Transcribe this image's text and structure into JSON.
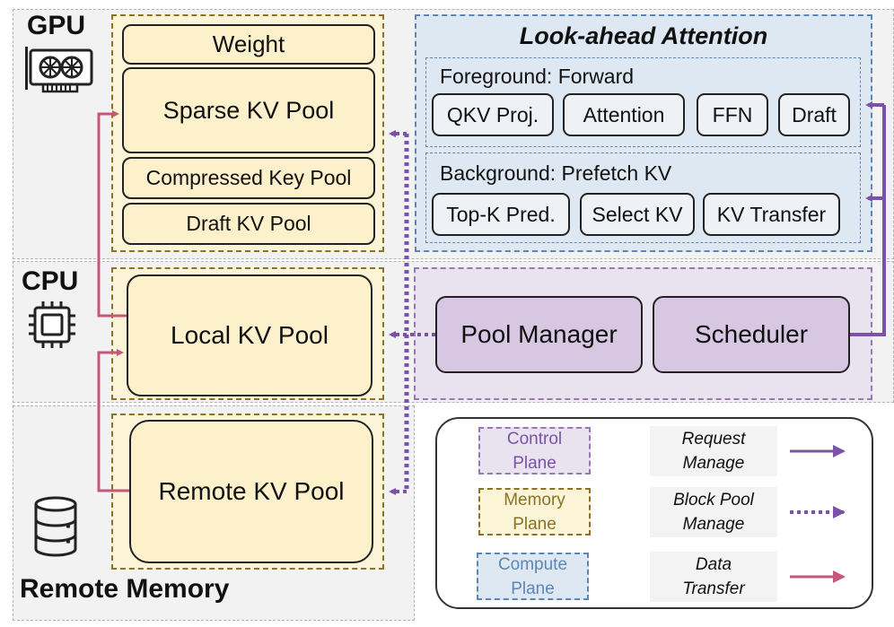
{
  "tiers": {
    "gpu": "GPU",
    "cpu": "CPU",
    "remote": "Remote Memory"
  },
  "memory_pools": {
    "weight": "Weight",
    "sparse_kv": "Sparse KV Pool",
    "compressed_key": "Compressed Key Pool",
    "draft_kv": "Draft KV Pool",
    "local_kv": "Local KV Pool",
    "remote_kv": "Remote KV Pool"
  },
  "lookahead": {
    "title": "Look-ahead Attention",
    "foreground": {
      "label": "Foreground: Forward",
      "items": [
        "QKV Proj.",
        "Attention",
        "FFN",
        "Draft"
      ]
    },
    "background": {
      "label": "Background: Prefetch KV",
      "items": [
        "Top-K Pred.",
        "Select KV",
        "KV Transfer"
      ]
    }
  },
  "control": {
    "pool_manager": "Pool Manager",
    "scheduler": "Scheduler"
  },
  "legend": {
    "planes": [
      "Control\nPlane",
      "Memory\nPlane",
      "Compute\nPlane"
    ],
    "arrows": [
      "Request\nManage",
      "Block Pool\nManage",
      "Data\nTransfer"
    ]
  },
  "colors": {
    "control": "#7a52a8",
    "memory": "#8a7228",
    "compute": "#5f86b2",
    "data_transfer": "#c5577a",
    "request_manage": "#7a52a8",
    "block_pool_manage": "#7a52a8"
  }
}
